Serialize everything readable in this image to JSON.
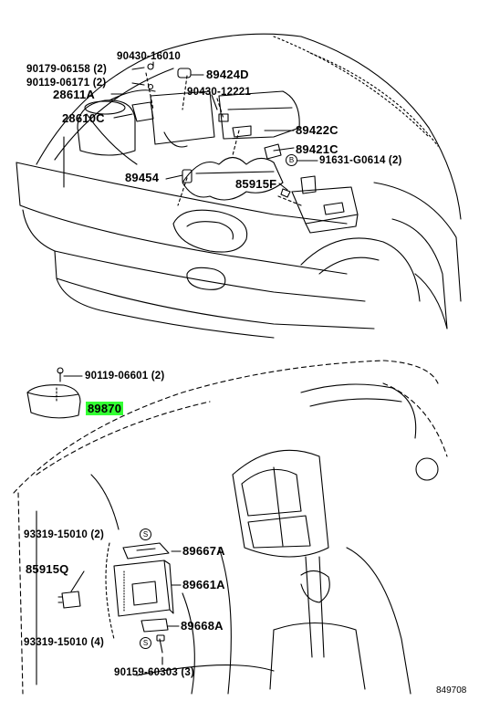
{
  "labels": {
    "p90179": "90179-06158 (2)",
    "p90119a": "90119-06171 (2)",
    "p90430a": "90430-16010",
    "p89424d": "89424D",
    "p28611a": "28611A",
    "p90430b": "90430-12221",
    "p28610c": "28610C",
    "p89422c": "89422C",
    "p89421c": "89421C",
    "p91631": "91631-G0614 (2)",
    "p89454": "89454",
    "p85915f": "85915F",
    "p90119b": "90119-06601 (2)",
    "p89870": "89870",
    "p93319a": "93319-15010 (2)",
    "p89667a": "89667A",
    "p85915q": "85915Q",
    "p89661a": "89661A",
    "p89668a": "89668A",
    "p93319b": "93319-15010 (4)",
    "p90159": "90159-60303 (3)"
  },
  "markers": {
    "b": "B",
    "s": "S"
  },
  "drawing_code": "849708",
  "highlight_color": "#33ff33"
}
